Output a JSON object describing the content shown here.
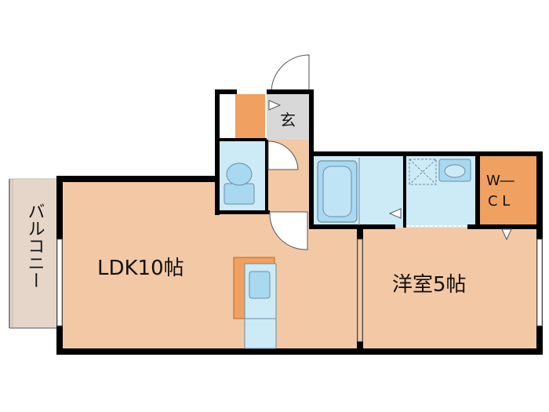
{
  "rooms": {
    "ldk": "LDK10帖",
    "western": "洋室5帖",
    "balcony": "バルコニー",
    "entrance": "玄",
    "wcl_top": "W―",
    "wcl_bottom": "C L"
  },
  "colors": {
    "floor": "#f3c8a5",
    "wall": "#000000",
    "wet": "#cdeaf7",
    "fixture": "#a8d9f0",
    "storage": "#f0a060",
    "entrance_floor": "#d8d8d8",
    "balcony": "#e6d6c9"
  },
  "icons": [
    "toilet-icon",
    "bathtub-icon",
    "washbasin-icon",
    "laundry-pan-icon",
    "kitchen-sink-icon",
    "refrigerator-space-icon",
    "door-swing-icon"
  ]
}
